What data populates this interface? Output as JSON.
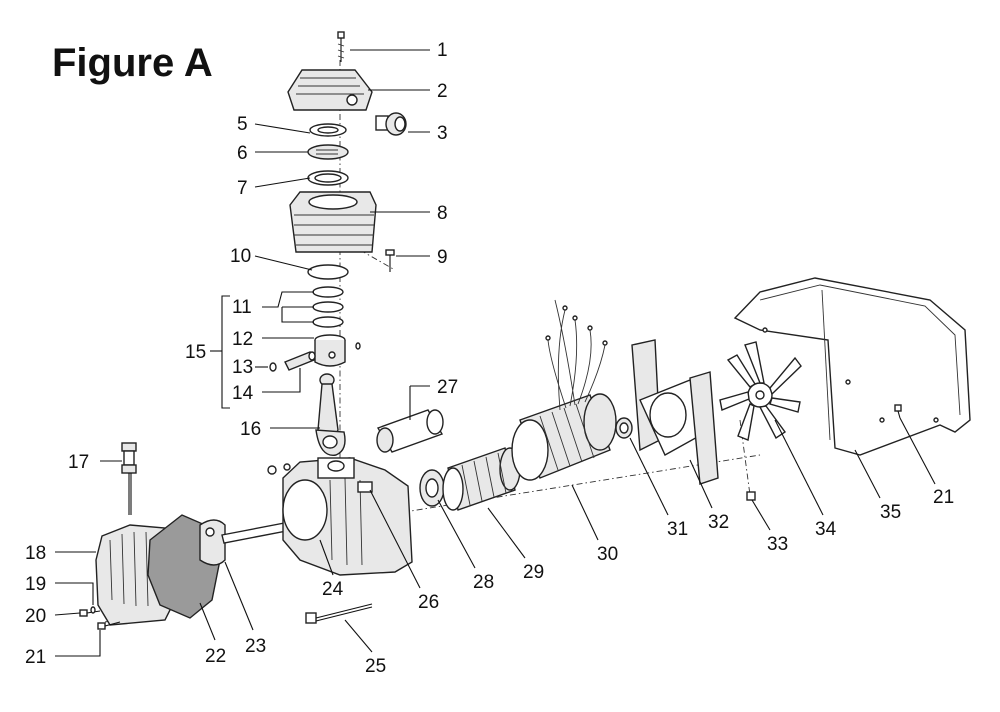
{
  "figure": {
    "title": "Figure A"
  },
  "callouts": [
    "1",
    "2",
    "3",
    "5",
    "6",
    "7",
    "8",
    "9",
    "10",
    "11",
    "12",
    "13",
    "14",
    "15",
    "16",
    "17",
    "18",
    "19",
    "20",
    "21",
    "22",
    "23",
    "24",
    "25",
    "26",
    "27",
    "28",
    "29",
    "30",
    "31",
    "32",
    "33",
    "34",
    "35",
    "21"
  ]
}
